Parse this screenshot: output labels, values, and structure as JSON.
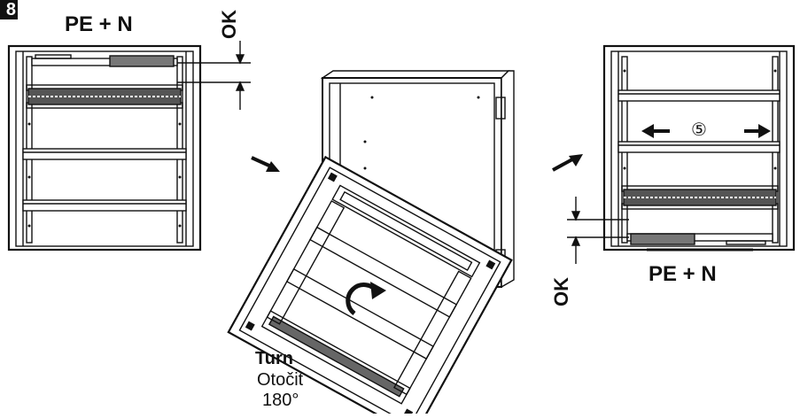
{
  "step_number": "8",
  "labels": {
    "pe_n_top": "PE + N",
    "pe_n_bottom": "PE + N",
    "ok_top": "OK",
    "ok_bottom": "OK",
    "turn": "Turn",
    "turn_cz": "Otočit",
    "turn_degrees": "180°",
    "step_marker": "⑤"
  },
  "colors": {
    "line": "#111111",
    "fill": "#ffffff",
    "badge": "#111111"
  }
}
